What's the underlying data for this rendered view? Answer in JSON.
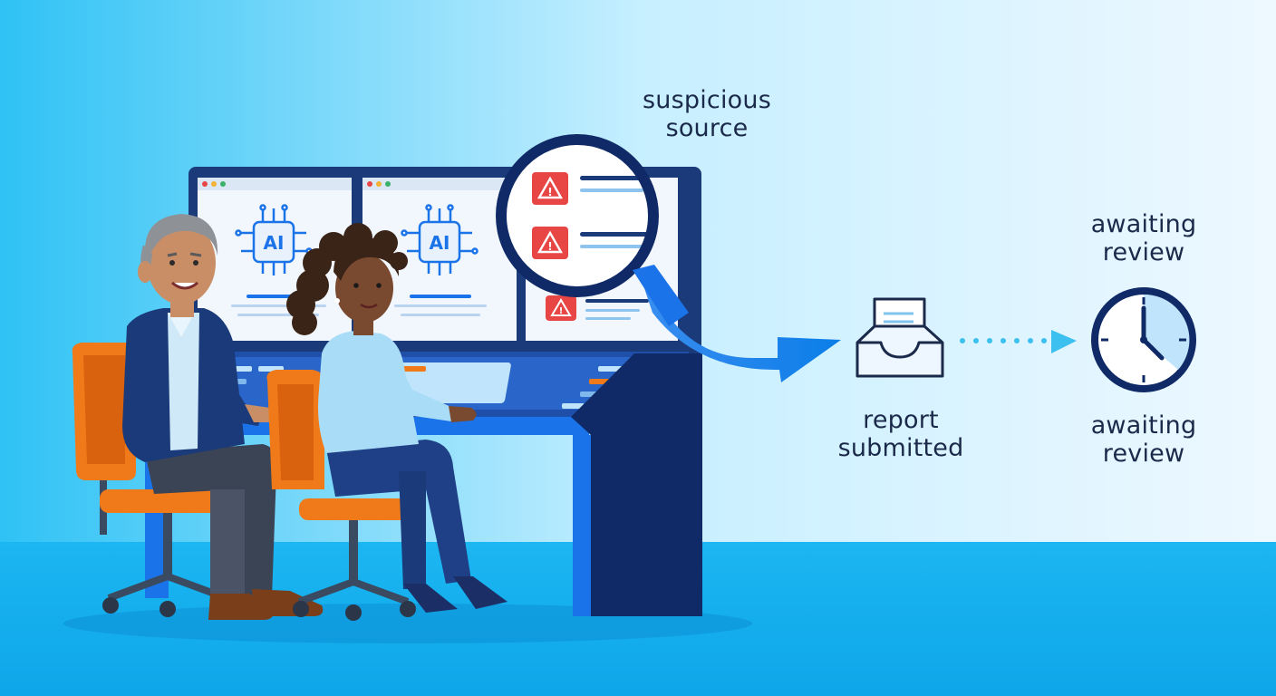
{
  "labels": {
    "suspicious": [
      "suspicious",
      "source"
    ],
    "report": [
      "report",
      "submitted"
    ],
    "awaiting_top": [
      "awaiting",
      "review"
    ],
    "awaiting_bottom": [
      "awaiting",
      "review"
    ]
  },
  "screens": {
    "chip_label_left": "AI",
    "chip_label_middle": "AI",
    "alert_glyph": "!"
  },
  "colors": {
    "accent_blue": "#1a73e8",
    "navy": "#1b3a7a",
    "alert_red": "#e84545",
    "chair_orange": "#f07a1a",
    "sky": "#1fb8f0"
  }
}
